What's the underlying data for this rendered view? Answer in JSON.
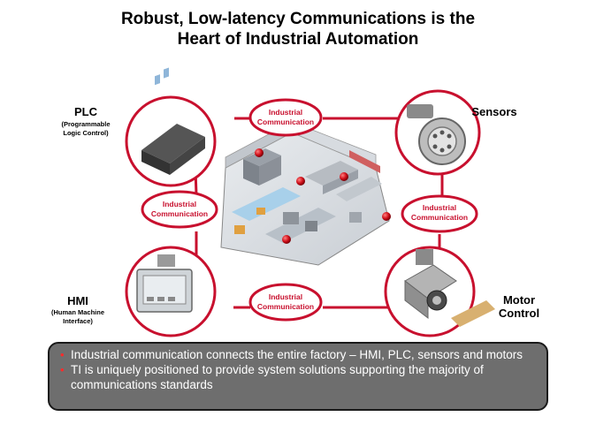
{
  "title_line1": "Robust, Low-latency Communications is the",
  "title_line2": "Heart of Industrial Automation",
  "nodes": {
    "plc": {
      "title": "PLC",
      "sub1": "(Programmable",
      "sub2": "Logic Control)"
    },
    "sensors": {
      "title": "Sensors"
    },
    "hmi": {
      "title": "HMI",
      "sub1": "(Human Machine",
      "sub2": "Interface)"
    },
    "motor": {
      "title1": "Motor",
      "title2": "Control"
    }
  },
  "comm_label_line1": "Industrial",
  "comm_label_line2": "Communication",
  "bullets": [
    "Industrial communication connects the entire factory – HMI,  PLC, sensors and motors",
    "TI is uniquely positioned to provide system solutions supporting the majority of communications standards"
  ],
  "colors": {
    "accent": "#c8102e",
    "panel": "#6e6e6e",
    "bullet_dot": "#ff2a2a"
  }
}
